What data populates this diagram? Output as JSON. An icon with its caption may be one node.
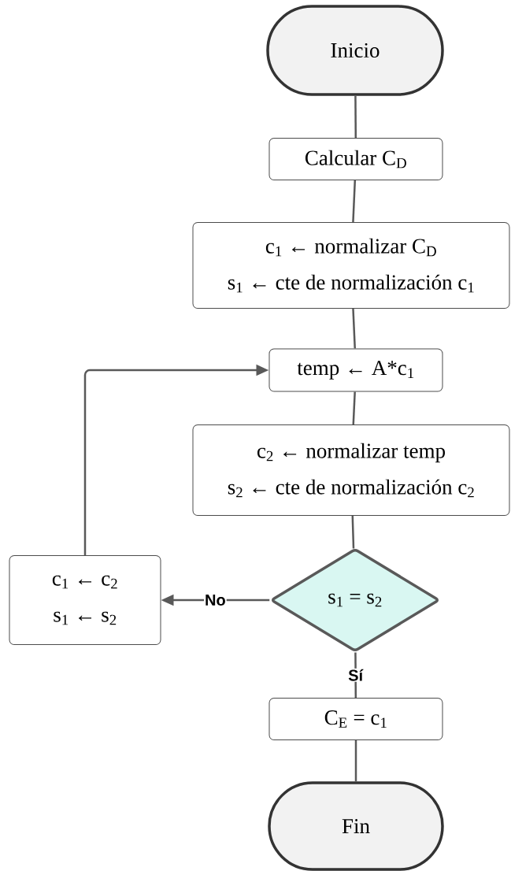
{
  "diagram": {
    "nodes": [
      {
        "text": [
          "Inicio"
        ]
      },
      {
        "text": [
          "Calcular C$_{D}$"
        ]
      },
      {
        "text": [
          "c$_{1}$ ← normalizar C$_{D}$",
          "s$_{1}$ ← cte de normalización c$_{1}$"
        ]
      },
      {
        "text": [
          "temp ← A*c$_{1}$"
        ]
      },
      {
        "text": [
          "c$_{2}$ ← normalizar temp",
          "s$_{2}$ ← cte de normalización c$_{2}$"
        ]
      },
      {
        "text": [
          "c$_{1}$ ← c$_{2}$",
          "s$_{1}$ ← s$_{2}$"
        ]
      },
      {
        "text": [
          "s$_{1}$ = s$_{2}$"
        ]
      },
      {
        "text": [
          "C$_{E}$ = c$_{1}$"
        ]
      },
      {
        "text": [
          "Fin"
        ]
      }
    ],
    "edges": [
      {
        "from": 0,
        "to": 1,
        "arrow": "none"
      },
      {
        "from": 1,
        "to": 2,
        "arrow": "none"
      },
      {
        "from": 2,
        "to": 3,
        "arrow": "none"
      },
      {
        "from": 3,
        "to": 4,
        "arrow": "none"
      },
      {
        "from": 4,
        "to": 6,
        "arrow": "none"
      },
      {
        "from": 6,
        "to": 5,
        "arrow": "to",
        "label": "No"
      },
      {
        "from": 5,
        "to": 3,
        "arrow": "to"
      },
      {
        "from": 6,
        "to": 7,
        "arrow": "none",
        "label": "Sí"
      },
      {
        "from": 7,
        "to": 8,
        "arrow": "none"
      }
    ]
  }
}
